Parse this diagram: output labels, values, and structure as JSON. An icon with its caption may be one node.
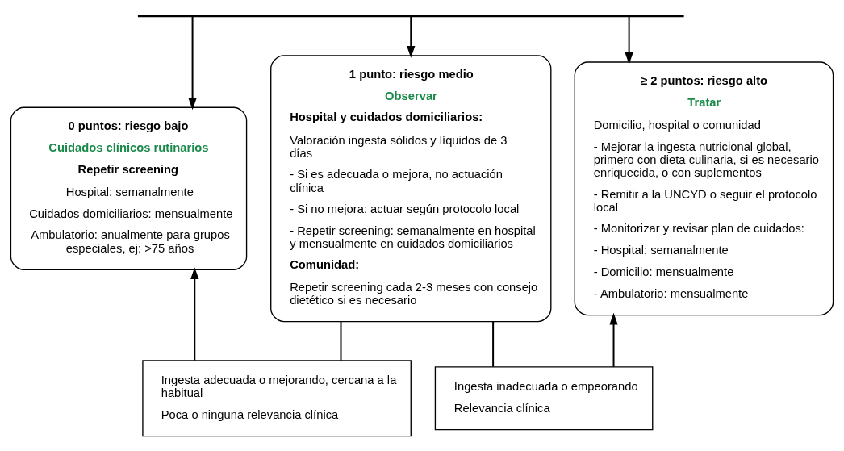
{
  "diagram": {
    "nodes": [
      {
        "text": [],
        "shape": "bar"
      },
      {
        "text": [
          "0 puntos: riesgo bajo",
          "Cuidados clínicos rutinarios",
          "Repetir screening",
          "Hospital: semanalmente",
          "Cuidados domiciliarios: mensualmente",
          "Ambulatorio: anualmente para grupos especiales, ej: >75 años"
        ]
      },
      {
        "text": [
          "1 punto: riesgo medio",
          "Observar",
          "Hospital y cuidados domiciliarios:",
          "Valoración ingesta sólidos y líquidos de 3 días",
          "- Si es adecuada o mejora, no actuación clínica",
          "- Si no mejora: actuar según protocolo local",
          "- Repetir screening: semanalmente en hospital y mensualmente en cuidados domiciliarios",
          "Comunidad:",
          "Repetir screening cada 2-3 meses con consejo dietético si es necesario"
        ]
      },
      {
        "text": [
          "≥ 2 puntos: riesgo alto",
          "Tratar",
          "Domicilio, hospital o comunidad",
          "- Mejorar la ingesta nutricional global, primero con dieta culinaria, si es necesario enriquecida, o con suplementos",
          "- Remitir a la UNCYD o seguir el protocolo local",
          "- Monitorizar y revisar plan de cuidados:",
          "- Hospital: semanalmente",
          "- Domicilio: mensualmente",
          "- Ambulatorio: mensualmente"
        ]
      },
      {
        "text": [
          "Ingesta adecuada o mejorando, cercana a la habitual",
          "Poca o ninguna relevancia clínica"
        ]
      },
      {
        "text": [
          "Ingesta inadecuada o empeorando",
          "Relevancia clínica"
        ]
      }
    ],
    "edges": [
      {
        "from": 0,
        "to": 1,
        "arrow": "to"
      },
      {
        "from": 0,
        "to": 2,
        "arrow": "to"
      },
      {
        "from": 0,
        "to": 3,
        "arrow": "to"
      },
      {
        "from": 2,
        "to": 4,
        "arrow": "none"
      },
      {
        "from": 4,
        "to": 1,
        "arrow": "to"
      },
      {
        "from": 2,
        "to": 5,
        "arrow": "none"
      },
      {
        "from": 5,
        "to": 3,
        "arrow": "to"
      }
    ]
  }
}
